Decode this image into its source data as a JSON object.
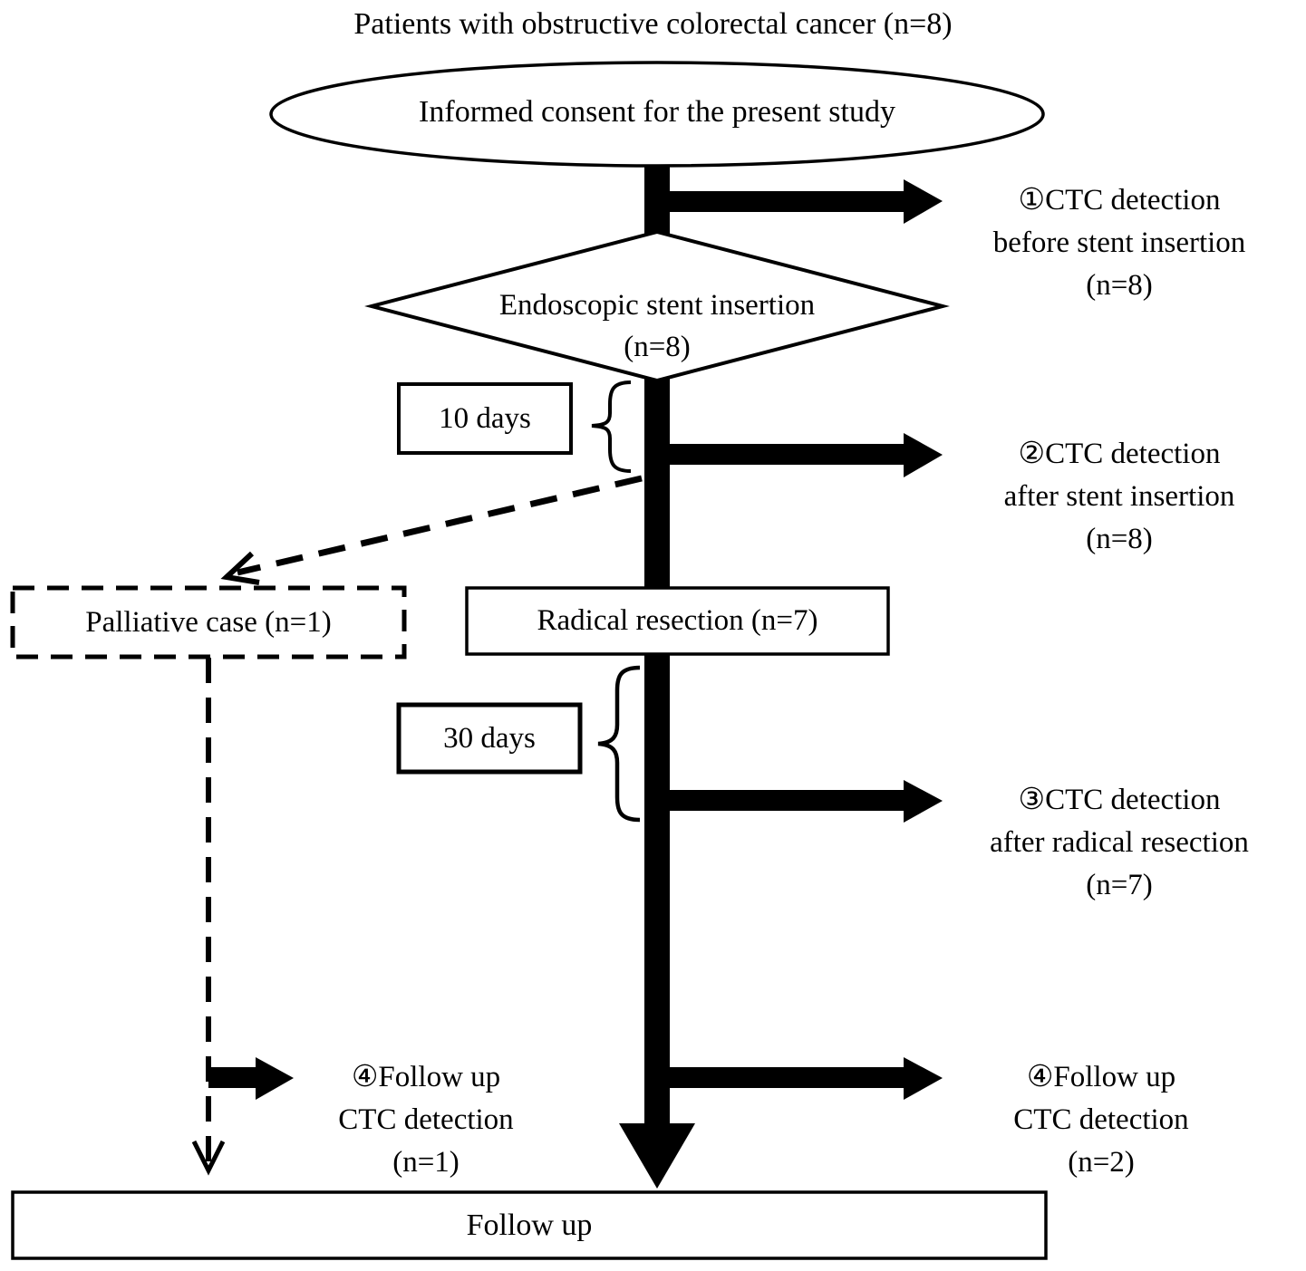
{
  "title": "Patients with obstructive colorectal cancer (n=8)",
  "consent_ellipse": "Informed consent for the present study",
  "diamond": {
    "line1": "Endoscopic stent insertion",
    "line2": "(n=8)"
  },
  "boxes": {
    "ten_days": "10 days",
    "thirty_days": "30 days",
    "radical_resection": "Radical resection (n=7)",
    "palliative_case": "Palliative case (n=1)",
    "follow_up": "Follow up"
  },
  "annotations": {
    "ctc_before_stent": {
      "lines": [
        "①CTC detection",
        "before stent insertion",
        "(n=8)"
      ]
    },
    "ctc_after_stent": {
      "lines": [
        "②CTC detection",
        "after stent insertion",
        "(n=8)"
      ]
    },
    "ctc_after_resection": {
      "lines": [
        "③CTC detection",
        "after radical resection",
        "(n=7)"
      ]
    },
    "followup_ctc_left": {
      "lines": [
        "④Follow up",
        "CTC detection",
        "(n=1)"
      ]
    },
    "followup_ctc_right": {
      "lines": [
        "④Follow up",
        "CTC detection",
        "(n=2)"
      ]
    }
  },
  "colors": {
    "line": "#000000",
    "fill": "#ffffff"
  }
}
